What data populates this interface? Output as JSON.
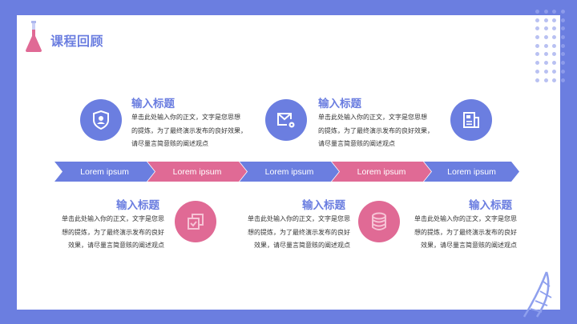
{
  "header": {
    "title": "课程回顾",
    "icon": "flask-icon"
  },
  "colors": {
    "frame": "#6b7ee0",
    "accent_blue": "#6b7ee0",
    "accent_pink": "#e06a95",
    "panel": "#ffffff"
  },
  "timeline": {
    "steps": [
      {
        "label": "Lorem ipsum",
        "color": "blue"
      },
      {
        "label": "Lorem ipsum",
        "color": "pink"
      },
      {
        "label": "Lorem ipsum",
        "color": "blue"
      },
      {
        "label": "Lorem ipsum",
        "color": "pink"
      },
      {
        "label": "Lorem ipsum",
        "color": "blue"
      }
    ]
  },
  "top_blocks": [
    {
      "title": "输入标题",
      "lines": [
        "单击此处输入你的正文，文字是您思想",
        "的提炼，为了最终演示发布的良好效果，",
        "请尽量言简意赅的阐述观点"
      ],
      "icon": "shield-user-icon"
    },
    {
      "title": "输入标题",
      "lines": [
        "单击此处输入你的正文，文字是您思想",
        "的提炼，为了最终演示发布的良好效果，",
        "请尽量言简意赅的阐述观点"
      ],
      "icon": "mail-settings-icon"
    }
  ],
  "top_extra_icon": "newspaper-icon",
  "bottom_blocks": [
    {
      "title": "输入标题",
      "lines": [
        "单击此处输入你的正文，文字是您思",
        "想的提炼，为了最终演示发布的良好",
        "效果，请尽量言简意赅的阐述观点"
      ],
      "icon": "copy-check-icon"
    },
    {
      "title": "输入标题",
      "lines": [
        "单击此处输入你的正文，文字是您思",
        "想的提炼，为了最终演示发布的良好",
        "效果，请尽量言简意赅的阐述观点"
      ],
      "icon": "database-icon"
    },
    {
      "title": "输入标题",
      "lines": [
        "单击此处输入你的正文，文字是您思",
        "想的提炼，为了最终演示发布的良好",
        "效果，请尽量言简意赅的阐述观点"
      ],
      "icon": "database-icon"
    }
  ]
}
